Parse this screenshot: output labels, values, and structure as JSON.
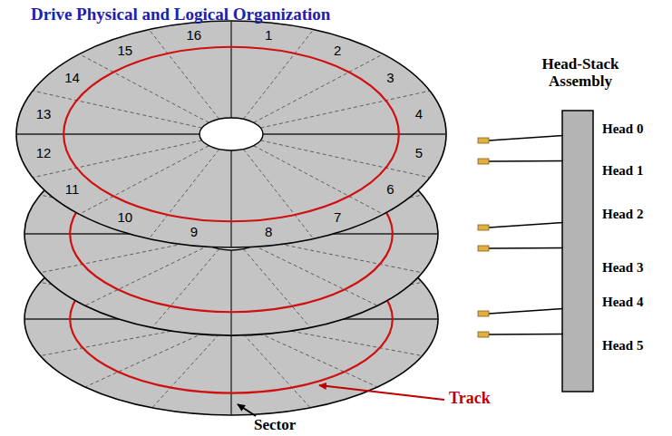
{
  "diagram": {
    "title": "Drive Physical and Logical Organization",
    "labels": [
      "1",
      "2",
      "3",
      "4",
      "5",
      "6",
      "7",
      "8",
      "9",
      "10",
      "11",
      "12",
      "13",
      "14",
      "15",
      "16",
      "Head-Stack Assembly",
      "Head 0",
      "Head 1",
      "Head 2",
      "Head 3",
      "Head 4",
      "Head 5",
      "Track",
      "Sector"
    ]
  }
}
